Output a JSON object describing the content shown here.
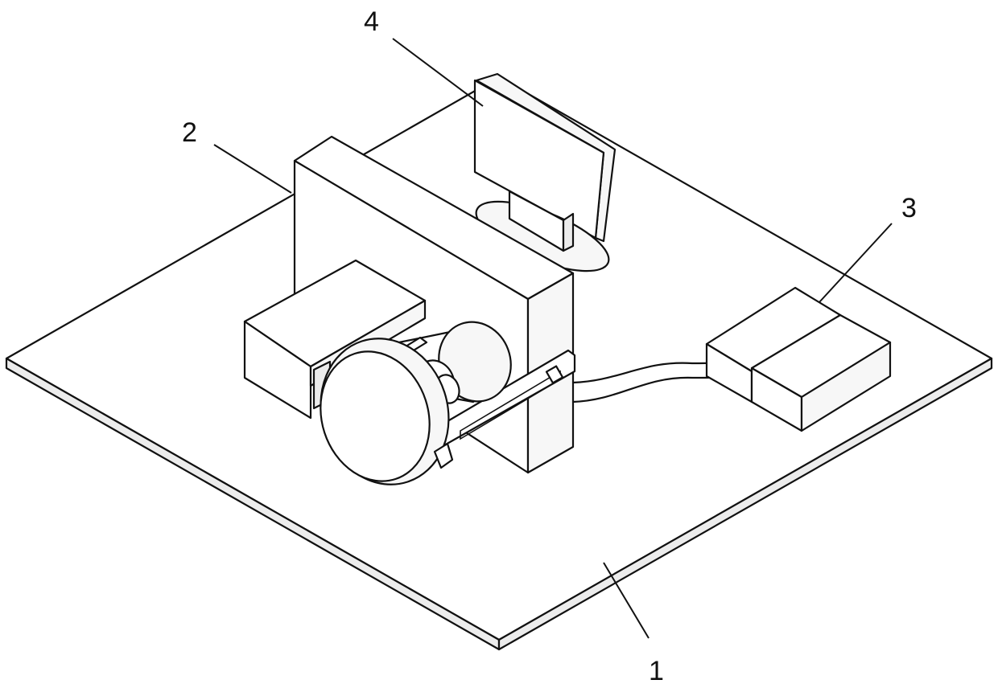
{
  "colors": {
    "line": "#111111",
    "background": "#ffffff"
  },
  "callouts": [
    {
      "id": "base-plate",
      "label": "1"
    },
    {
      "id": "main-housing",
      "label": "2"
    },
    {
      "id": "battery-unit",
      "label": "3"
    },
    {
      "id": "display-panel",
      "label": "4"
    }
  ]
}
